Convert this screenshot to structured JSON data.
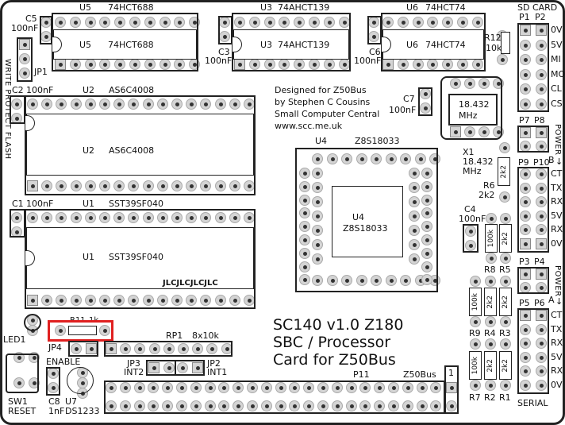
{
  "chips": {
    "u5": {
      "ref": "U5",
      "part": "74HCT688"
    },
    "u3": {
      "ref": "U3",
      "part": "74AHCT139"
    },
    "u6": {
      "ref": "U6",
      "part": "74HCT74"
    },
    "u2": {
      "ref": "U2",
      "part": "AS6C4008"
    },
    "u1": {
      "ref": "U1",
      "part": "SST39SF040"
    },
    "u4": {
      "ref": "U4",
      "part": "Z8S18033"
    },
    "u7": {
      "ref": "U7",
      "part": "DS1233"
    }
  },
  "caps": {
    "c5": {
      "ref": "C5",
      "value": "100nF"
    },
    "c3": {
      "ref": "C3",
      "value": "100nF"
    },
    "c6": {
      "ref": "C6",
      "value": "100nF"
    },
    "c2": {
      "ref": "C2",
      "value": "100nF"
    },
    "c1": {
      "ref": "C1",
      "value": "100nF"
    },
    "c7": {
      "ref": "C7",
      "value": "100nF"
    },
    "c4": {
      "ref": "C4",
      "value": "100nF"
    },
    "c8": {
      "ref": "C8",
      "value": "1nF"
    }
  },
  "resistors": {
    "r12": {
      "ref": "R12",
      "value": "10k"
    },
    "r6": {
      "ref": "R6",
      "value": "2k2"
    },
    "r8": {
      "ref": "R8",
      "value": "100k"
    },
    "r5": {
      "ref": "R5",
      "value": "2k2"
    },
    "r9": {
      "ref": "R9",
      "value": "100k"
    },
    "r4": {
      "ref": "R4",
      "value": "2k2"
    },
    "r3": {
      "ref": "R3",
      "value": "2k2"
    },
    "r7": {
      "ref": "R7",
      "value": "100k"
    },
    "r2": {
      "ref": "R2",
      "value": "2k2"
    },
    "r1": {
      "ref": "R1",
      "value": "2k2"
    },
    "r11": {
      "ref": "R11",
      "value": "1k"
    },
    "rp1": {
      "ref": "RP1",
      "value": "8x10k"
    }
  },
  "crystal": {
    "ref": "X1",
    "freq": "18.432",
    "unit": "MHz",
    "body_freq": "18.432",
    "body_unit": "MHz"
  },
  "jumpers": {
    "jp1": "JP1",
    "write_protect": "WRITE PROTECT FLASH",
    "jp2": "JP2",
    "jp2_label": "INT1",
    "jp3": "JP3",
    "jp3_label": "INT2",
    "jp4": "JP4",
    "jp4_label": "ENABLE"
  },
  "led": "LED1",
  "switch": {
    "ref": "SW1",
    "label": "RESET"
  },
  "headers": {
    "sd": {
      "title": "SD CARD",
      "p1": "P1",
      "p2": "P2",
      "signals": [
        "0V",
        "5V",
        "MI",
        "MO",
        "CL",
        "CS"
      ]
    },
    "power_b": {
      "p7": "P7",
      "p8": "P8",
      "label": "POWER",
      "letter": "B"
    },
    "p9p10": {
      "p9": "P9",
      "p10": "P10",
      "signals": [
        "CT",
        "TX",
        "RX",
        "5V",
        "RX",
        "0V"
      ]
    },
    "power_a": {
      "p3": "P3",
      "p4": "P4",
      "label": "POWER",
      "letter": "A"
    },
    "serial": {
      "p5": "P5",
      "p6": "P6",
      "title": "SERIAL",
      "signals": [
        "CT",
        "TX",
        "RX",
        "5V",
        "RX",
        "0V"
      ]
    },
    "bus": {
      "ref": "P11",
      "label": "Z50Bus",
      "pin1": "1"
    }
  },
  "credits": [
    "Designed for Z50Bus",
    "by Stephen C Cousins",
    "Small Computer Central",
    "www.scc.me.uk"
  ],
  "title": [
    "SC140 v1.0 Z180",
    "SBC / Processor",
    "Card for Z50Bus"
  ],
  "fab_mark": "JLCJLCJLCJLC",
  "colors": {
    "highlight": "#e02020",
    "silk": "#111111",
    "pad": "#d4d4d4"
  }
}
